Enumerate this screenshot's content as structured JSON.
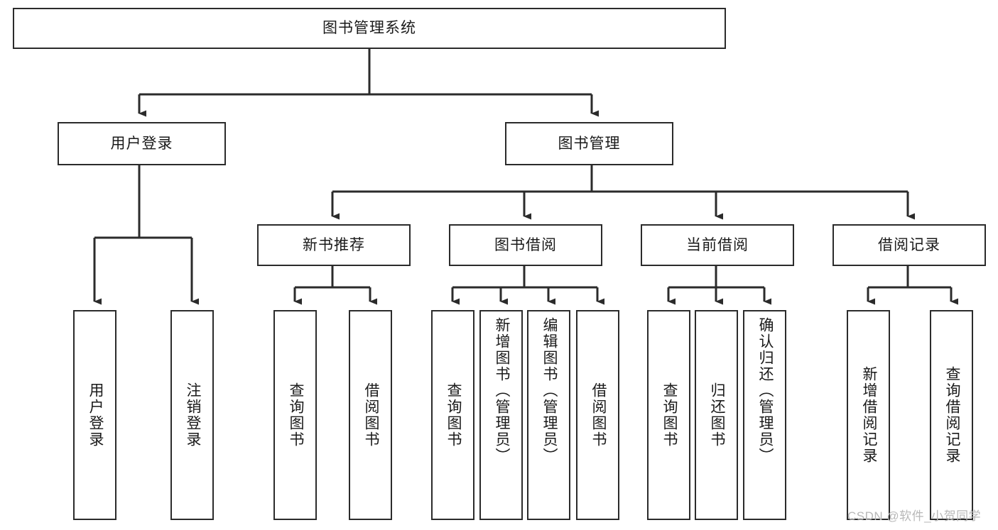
{
  "diagram": {
    "type": "tree",
    "root": {
      "label": "图书管理系统"
    },
    "level2": [
      {
        "label": "用户登录"
      },
      {
        "label": "图书管理"
      }
    ],
    "level3": [
      {
        "label": "新书推荐"
      },
      {
        "label": "图书借阅"
      },
      {
        "label": "当前借阅"
      },
      {
        "label": "借阅记录"
      }
    ],
    "leaves": {
      "user_login": [
        {
          "label": "用户登录"
        },
        {
          "label": "注销登录"
        }
      ],
      "new_book_recommend": [
        {
          "label": "查询图书"
        },
        {
          "label": "借阅图书"
        }
      ],
      "book_borrow": [
        {
          "label": "查询图书"
        },
        {
          "label": "新增图书（管理员）"
        },
        {
          "label": "编辑图书（管理员）"
        },
        {
          "label": "借阅图书"
        }
      ],
      "current_borrow": [
        {
          "label": "查询图书"
        },
        {
          "label": "归还图书"
        },
        {
          "label": "确认归还（管理员）"
        }
      ],
      "borrow_record": [
        {
          "label": "新增借阅记录"
        },
        {
          "label": "查询借阅记录"
        }
      ]
    }
  },
  "watermark": {
    "text": "CSDN @软件_小贺同学"
  },
  "colors": {
    "stroke": "#2b2b2b",
    "background": "#ffffff",
    "text": "#1a1a1a",
    "watermark": "#b8b8b8"
  }
}
